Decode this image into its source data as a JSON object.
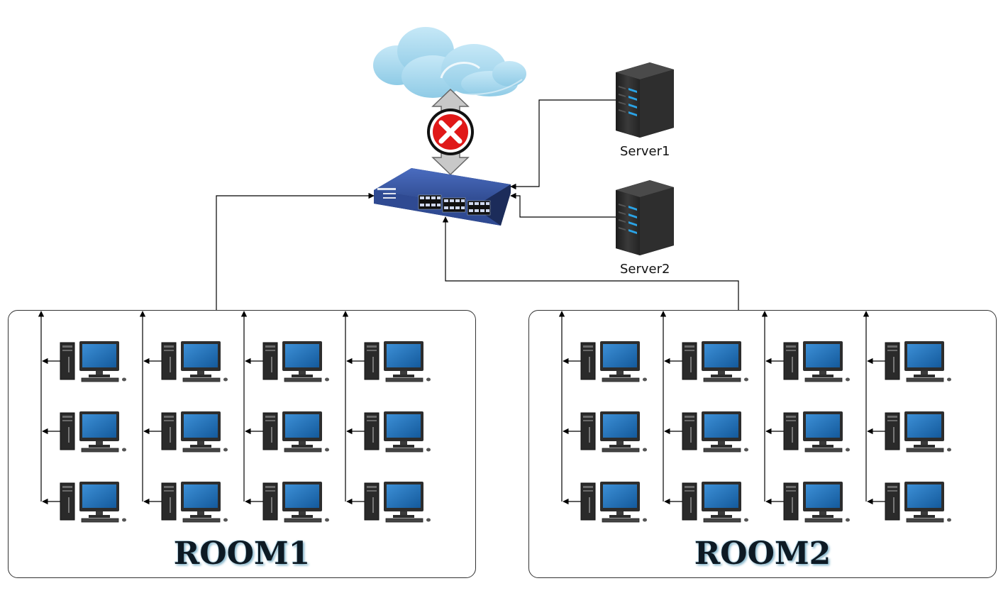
{
  "servers": [
    {
      "label": "Server1"
    },
    {
      "label": "Server2"
    }
  ],
  "rooms": [
    {
      "label": "ROOM1"
    },
    {
      "label": "ROOM2"
    }
  ],
  "icons": {
    "cloud": "cloud-icon",
    "switch": "network-switch-icon",
    "server": "server-icon",
    "workstation": "workstation-icon",
    "blocked": "blocked-x-icon"
  },
  "colors": {
    "cloud": "#a9d8ee",
    "switch": "#3b5aa8",
    "blocked_red": "#e01818",
    "server_body": "#2b2b2b",
    "server_led": "#2aa3e6",
    "monitor_screen": "#1f6fb5",
    "connector": "#000000"
  },
  "layout_grid": {
    "pc_columns_per_room": 4,
    "pc_rows_per_room": 3
  }
}
